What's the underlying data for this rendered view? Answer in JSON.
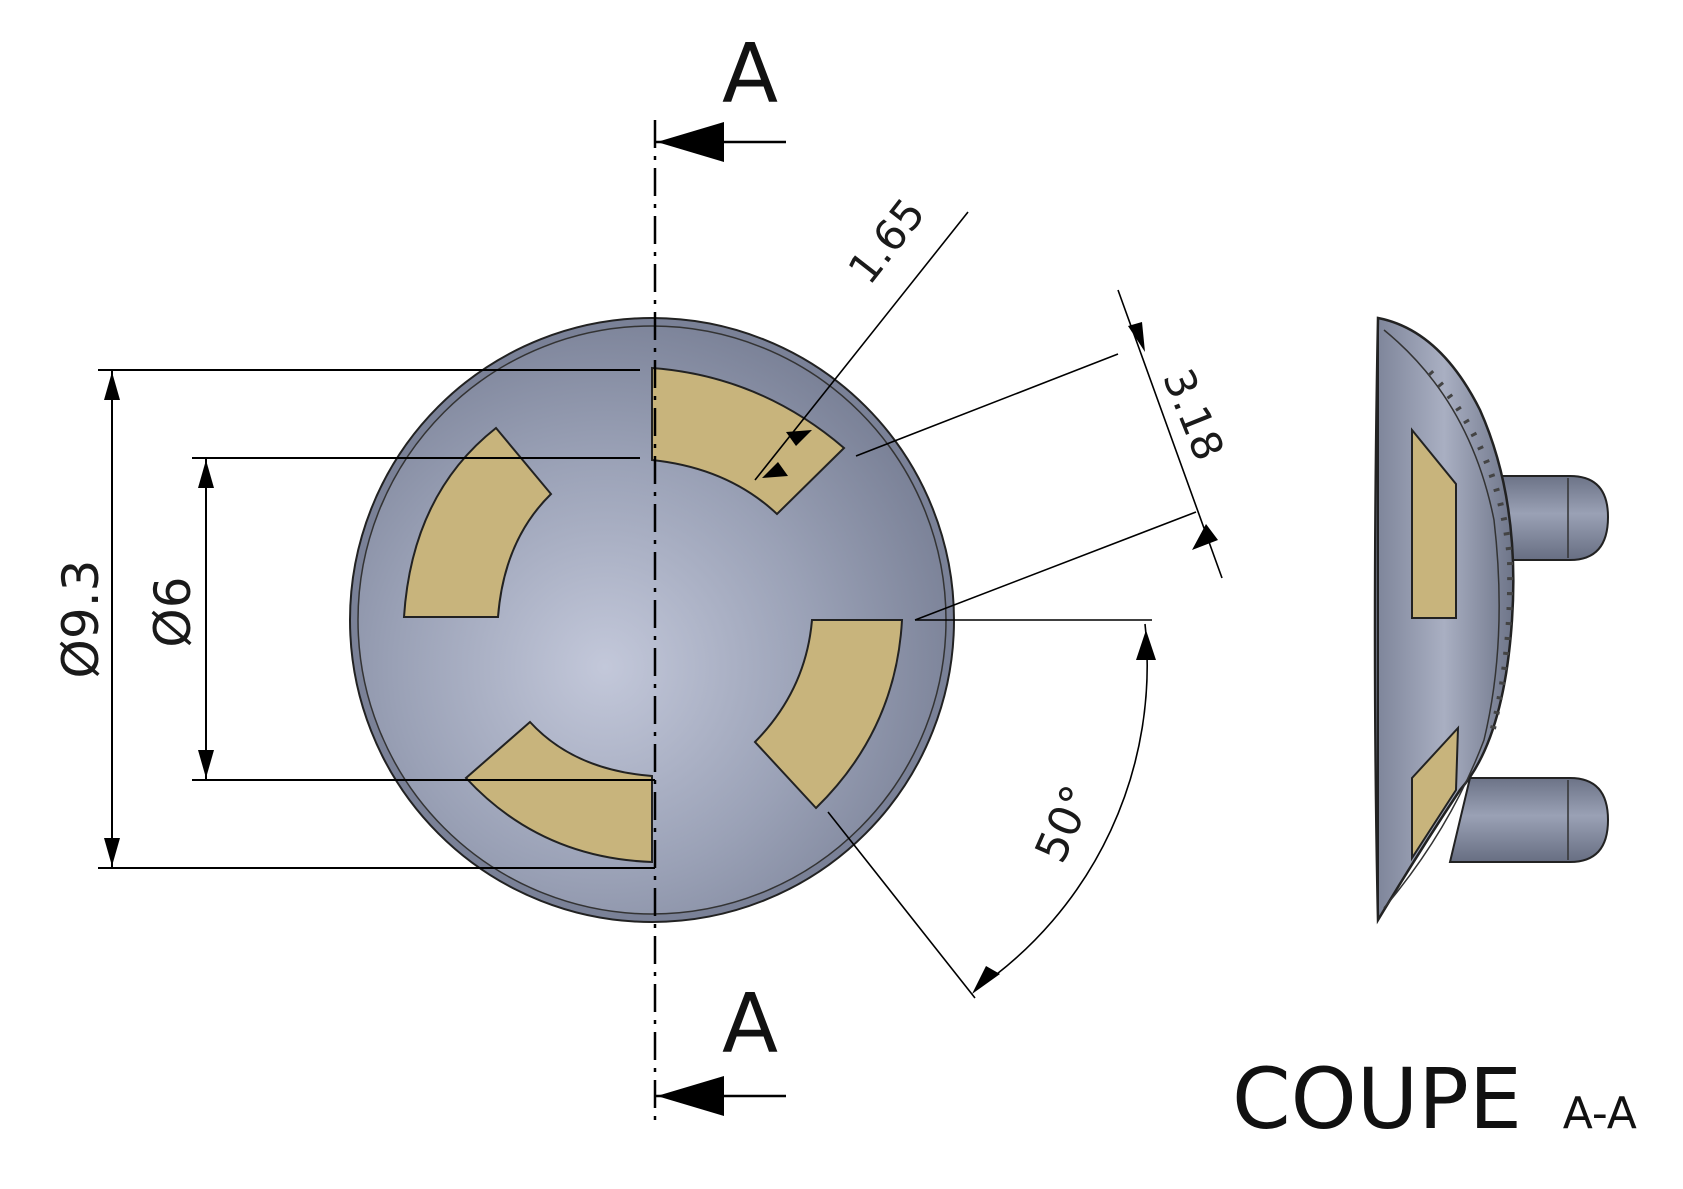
{
  "section_marker_top": "A",
  "section_marker_bottom": "A",
  "dimensions": {
    "outer_diameter": "Ø9.3",
    "inner_diameter": "Ø6",
    "pad_depth": "1.65",
    "pad_width": "3.18",
    "angle": "50°"
  },
  "section_label": "COUPE",
  "section_label_suffix": "A-A",
  "colors": {
    "body": "#8d94a8",
    "body_light": "#b7bdd0",
    "pad": "#c8b47c",
    "line": "#000000"
  }
}
